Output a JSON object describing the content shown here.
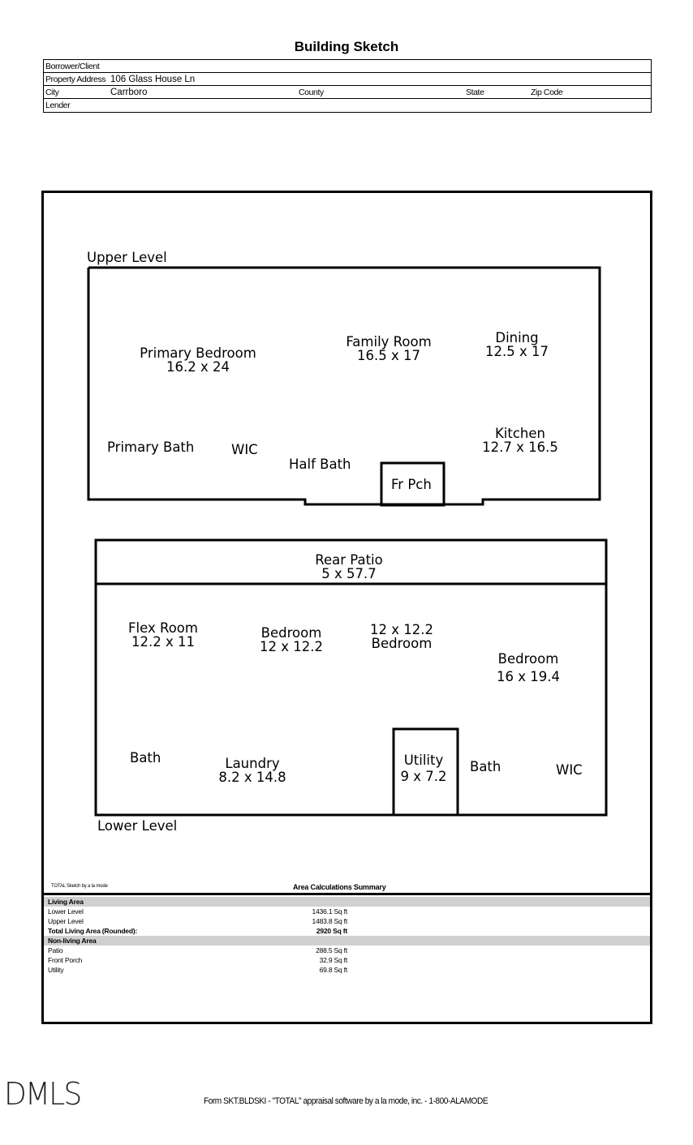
{
  "title": "Building Sketch",
  "info": {
    "borrower_label": "Borrower/Client",
    "address_label": "Property Address",
    "address_value": "106 Glass House Ln",
    "city_label": "City",
    "city_value": "Carrboro",
    "county_label": "County",
    "state_label": "State",
    "zip_label": "Zip Code",
    "lender_label": "Lender"
  },
  "sketch": {
    "upper_level_label": "Upper Level",
    "lower_level_label": "Lower Level",
    "upper_rooms": {
      "primary_bedroom": {
        "name": "Primary Bedroom",
        "dims": "16.2 x 24"
      },
      "family_room": {
        "name": "Family Room",
        "dims": "16.5 x 17"
      },
      "dining": {
        "name": "Dining",
        "dims": "12.5 x 17"
      },
      "kitchen": {
        "name": "Kitchen",
        "dims": "12.7 x 16.5"
      },
      "primary_bath": {
        "name": "Primary Bath"
      },
      "wic": {
        "name": "WIC"
      },
      "half_bath": {
        "name": "Half Bath"
      },
      "front_porch": {
        "name": "Fr Pch"
      }
    },
    "lower_rooms": {
      "rear_patio": {
        "name": "Rear Patio",
        "dims": "5 x 57.7"
      },
      "flex_room": {
        "name": "Flex Room",
        "dims": "12.2 x 11"
      },
      "bedroom_1": {
        "name": "Bedroom",
        "dims": "12 x 12.2"
      },
      "bedroom_2": {
        "name": "Bedroom",
        "dims": "12 x 12.2"
      },
      "bedroom_3": {
        "name": "Bedroom",
        "dims": "16 x 19.4"
      },
      "bath_1": {
        "name": "Bath"
      },
      "laundry": {
        "name": "Laundry",
        "dims": "8.2 x 14.8"
      },
      "utility": {
        "name": "Utility",
        "dims": "9 x 7.2"
      },
      "bath_2": {
        "name": "Bath"
      },
      "wic": {
        "name": "WIC"
      }
    }
  },
  "credit": "TOTAL Sketch by a la mode",
  "summary": {
    "title": "Area Calculations Summary",
    "living_header": "Living Area",
    "lower_level": {
      "label": "Lower Level",
      "value": "1436.1 Sq ft"
    },
    "upper_level": {
      "label": "Upper Level",
      "value": "1483.8 Sq ft"
    },
    "total_living": {
      "label": "Total Living Area (Rounded):",
      "value": "2920 Sq ft"
    },
    "nonliving_header": "Non-living Area",
    "patio": {
      "label": "Patio",
      "value": "288.5 Sq ft"
    },
    "front_porch": {
      "label": "Front Porch",
      "value": "32.9 Sq ft"
    },
    "utility": {
      "label": "Utility",
      "value": "69.8 Sq ft"
    }
  },
  "logo_text": "DMLS",
  "footer": "Form SKT.BLDSKI - \"TOTAL\" appraisal software by a la mode, inc. - 1-800-ALAMODE"
}
